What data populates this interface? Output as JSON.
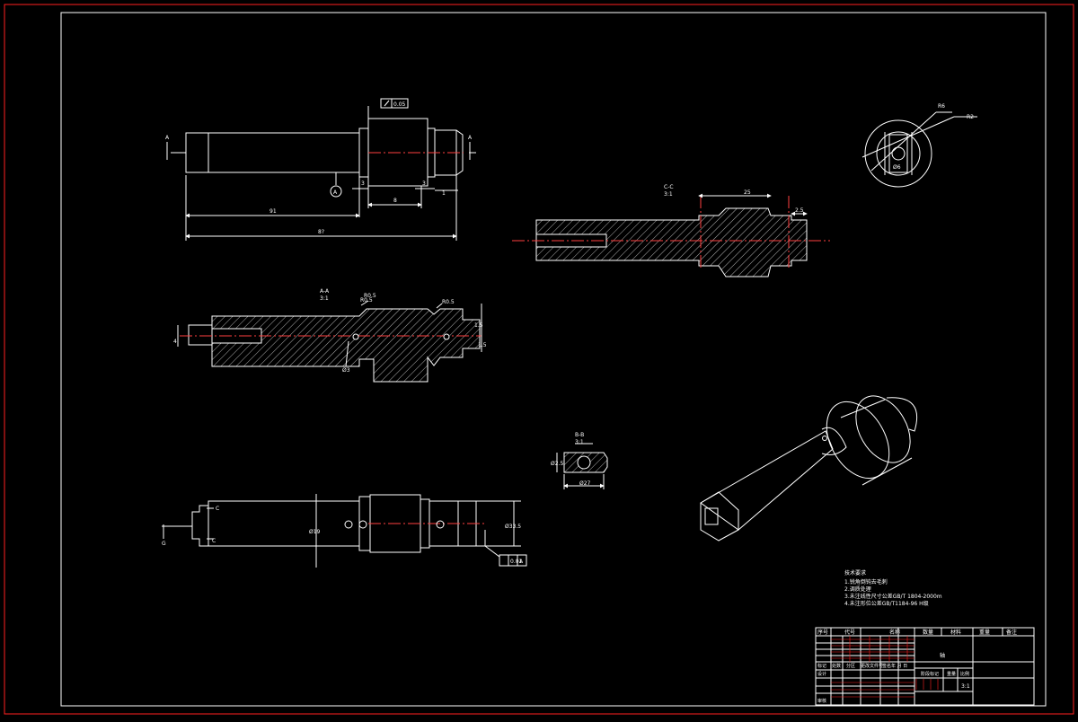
{
  "drawing": {
    "colors": {
      "background": "#000000",
      "line": "#ffffff",
      "frame": "#ff0000",
      "center": "#ff4040"
    },
    "view_top": {
      "dims": [
        "91",
        "8?",
        "8",
        "3",
        "3",
        "1"
      ],
      "flatness": "0.05",
      "datum": "A",
      "section_mark": "A"
    },
    "view_aa": {
      "title": "A-A",
      "scale": "3:1",
      "dims": [
        "R0.5",
        "R0.5",
        "R0.5",
        "1.5",
        "1.5",
        "Ø3",
        "4"
      ]
    },
    "view_cc": {
      "title": "C-C",
      "scale": "3:1",
      "dims": [
        "25",
        "2.5"
      ]
    },
    "view_bb": {
      "title": "B-B",
      "scale": "3:1",
      "dims": [
        "Ø27",
        "Ø2.5"
      ]
    },
    "view_front": {
      "label_c1": "C",
      "label_c2": "C",
      "label_g": "G",
      "dims": [
        "Ø19",
        "Ø33.5"
      ],
      "tolerance": "0.01",
      "datum": "A"
    },
    "view_round": {
      "dims": [
        "R6",
        "R2",
        "Ø6"
      ]
    },
    "notes": {
      "title": "技术要求",
      "lines": [
        "1.锐角倒钝去毛刺",
        "2.调质处理",
        "3.未注线性尺寸公差GB/T 1804-2000m",
        "4.未注形位公差GB/T1184-96 H级"
      ]
    },
    "title_block": {
      "headers": [
        "序号",
        "代号",
        "名称",
        "数量",
        "材料",
        "重量",
        "备注"
      ],
      "part_name": "轴",
      "row_labels": [
        "标记",
        "处数",
        "分区",
        "更改文件号",
        "签名",
        "年 月 日"
      ],
      "left_labels": [
        "设计",
        "审核"
      ],
      "small_labels": [
        "阶段标记",
        "重量",
        "比例"
      ],
      "scale": "3:1"
    }
  }
}
